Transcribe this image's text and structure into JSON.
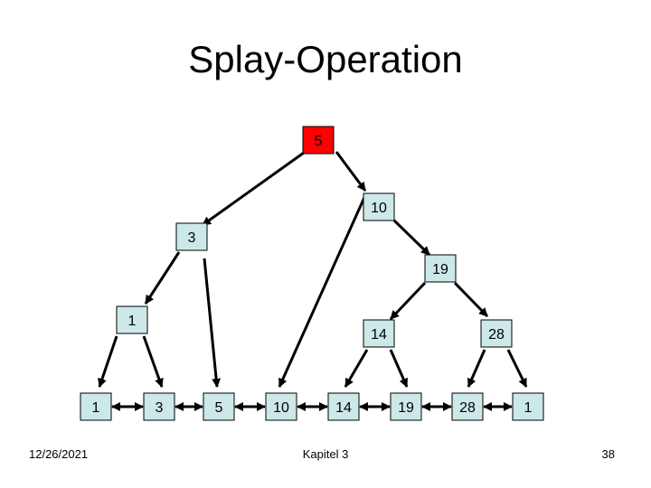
{
  "title": "Splay-Operation",
  "colors": {
    "root": "#ff0000",
    "node": "#cce8e8",
    "leaf": "#cce8e8"
  },
  "tree_nodes": [
    {
      "id": "n5",
      "label": "5",
      "root": true
    },
    {
      "id": "n10",
      "label": "10"
    },
    {
      "id": "n3",
      "label": "3"
    },
    {
      "id": "n19",
      "label": "19"
    },
    {
      "id": "n1",
      "label": "1"
    },
    {
      "id": "n14",
      "label": "14"
    },
    {
      "id": "n28",
      "label": "28"
    }
  ],
  "leaves": [
    "1",
    "3",
    "5",
    "10",
    "14",
    "19",
    "28",
    "1"
  ],
  "footer": {
    "date": "12/26/2021",
    "chapter": "Kapitel 3",
    "page": "38"
  }
}
